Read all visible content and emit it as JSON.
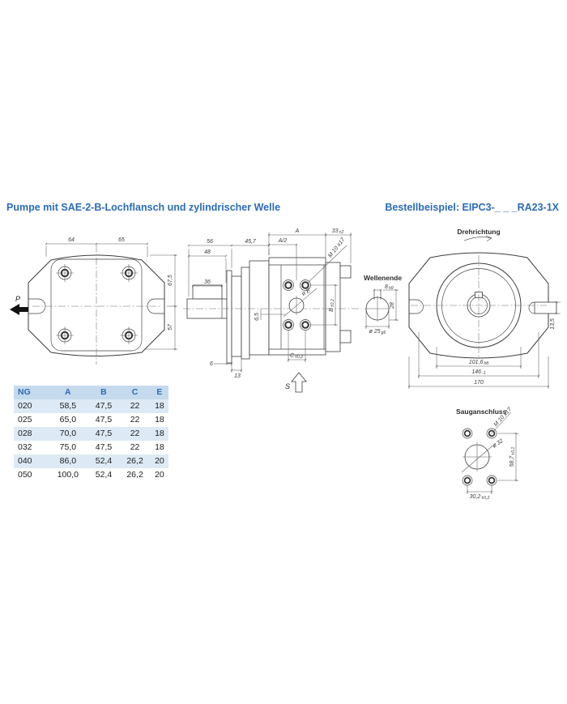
{
  "page": {
    "title_left": "Pumpe mit SAE-2-B-Lochflansch und zylindrischer Welle",
    "title_right": "Bestellbeispiel: EIPC3-_ _ _RA23-1X"
  },
  "colors": {
    "accent_blue": "#2b6cb4",
    "table_header_bg": "#c6daed",
    "table_row_alt_bg": "#ddeaf6",
    "drawing_line": "#3c3c3c"
  },
  "table": {
    "headers": [
      "NG",
      "A",
      "B",
      "C",
      "E"
    ],
    "rows": [
      [
        "020",
        "58,5",
        "47,5",
        "22",
        "18"
      ],
      [
        "025",
        "65,0",
        "47,5",
        "22",
        "18"
      ],
      [
        "028",
        "70,0",
        "47,5",
        "22",
        "18"
      ],
      [
        "032",
        "75,0",
        "47,5",
        "22",
        "18"
      ],
      [
        "040",
        "86,0",
        "52,4",
        "26,2",
        "20"
      ],
      [
        "050",
        "100,0",
        "52,4",
        "26,2",
        "20"
      ]
    ]
  },
  "front_view": {
    "dim_top_left": "64",
    "dim_top_right": "65",
    "dim_right_upper": "67,5",
    "dim_right_lower": "57",
    "port_label": "P"
  },
  "side_view": {
    "dim_56": "56",
    "dim_48": "48",
    "dim_457": "45,7",
    "dim_36": "36",
    "dim_a": "A",
    "dim_a2": "A/2",
    "dim_33": "33",
    "dim_33_tol": "±2",
    "thread_label": "M 10 x17",
    "dim_e": "ø E",
    "dim_b": "B",
    "dim_b_tol": "±0,2",
    "dim_65": "6,5",
    "dim_6": "6",
    "dim_13": "13",
    "dim_c": "C",
    "dim_c_tol": "±0,2",
    "suction_label": "S"
  },
  "rear_view": {
    "rotation_label": "Drehrichtung",
    "dim_1016": "101,6",
    "dim_1016_tol": "h8",
    "dim_146": "146",
    "dim_146_tol": "-1",
    "dim_170": "170",
    "dim_135": "13,5"
  },
  "shaft_end": {
    "label": "Wellenende",
    "dim_8": "8",
    "dim_8_tol": "h9",
    "dim_28": "28",
    "dim_25": "ø 25",
    "dim_25_tol": "g6"
  },
  "suction_view": {
    "title": "Sauganschluss",
    "thread_label": "M 10 x17",
    "dim_32": "ø 32",
    "dim_587": "58,7",
    "dim_587_tol": "±0,2",
    "dim_302": "30,2",
    "dim_302_tol": "±0,2"
  }
}
